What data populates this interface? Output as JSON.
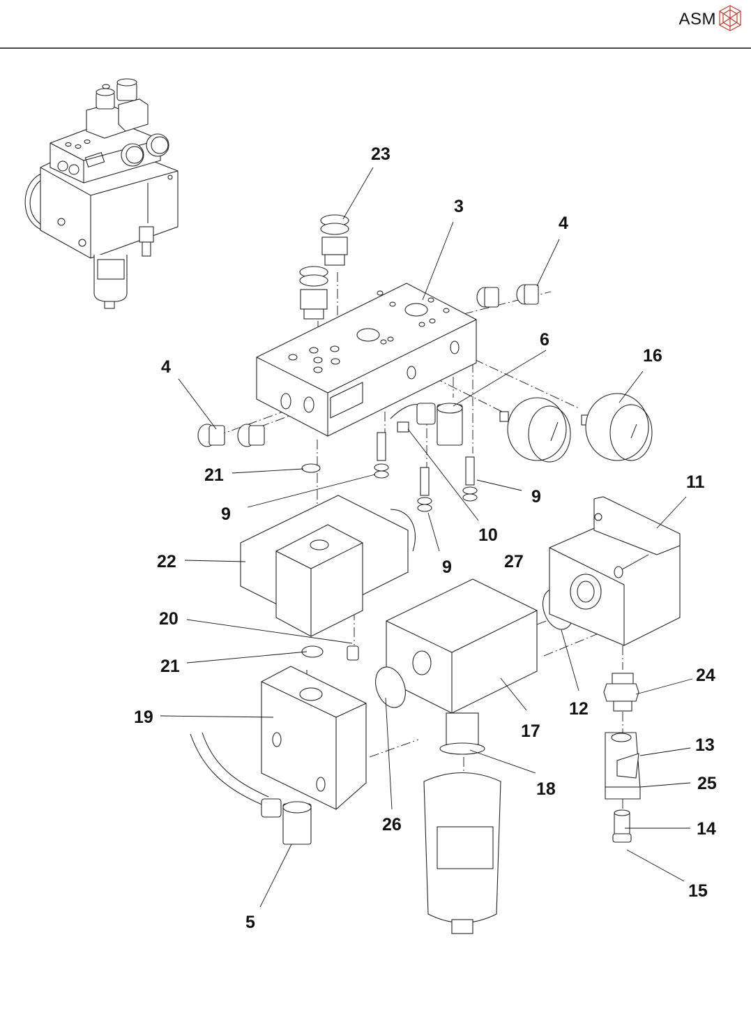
{
  "header": {
    "brand": "ASM",
    "logo_icon": "hexagon-cube-logo-icon",
    "logo_color": "#c0392b",
    "rule_color": "#4a4a4a"
  },
  "diagram": {
    "type": "exploded-view parts diagram",
    "overview_inset": "assembled unit isometric view",
    "callouts": [
      {
        "id": "c23",
        "label": "23",
        "part": "push-in fitting"
      },
      {
        "id": "c3",
        "label": "3",
        "part": "manifold block"
      },
      {
        "id": "c4a",
        "label": "4",
        "part": "plug (right)"
      },
      {
        "id": "c6",
        "label": "6",
        "part": "elbow fitting"
      },
      {
        "id": "c16",
        "label": "16",
        "part": "pressure gauge"
      },
      {
        "id": "c4b",
        "label": "4",
        "part": "plug (left)"
      },
      {
        "id": "c21a",
        "label": "21",
        "part": "o-ring (upper)"
      },
      {
        "id": "c9a",
        "label": "9",
        "part": "screw (left)"
      },
      {
        "id": "c9b",
        "label": "9",
        "part": "screw (right)"
      },
      {
        "id": "c10",
        "label": "10",
        "part": "fitting"
      },
      {
        "id": "c11",
        "label": "11",
        "part": "bracket block"
      },
      {
        "id": "c22",
        "label": "22",
        "part": "solenoid valve"
      },
      {
        "id": "c9c",
        "label": "9",
        "part": "screw (middle)"
      },
      {
        "id": "c27",
        "label": "27",
        "part": "screw"
      },
      {
        "id": "c20",
        "label": "20",
        "part": "silencer"
      },
      {
        "id": "c21b",
        "label": "21",
        "part": "o-ring (lower)"
      },
      {
        "id": "c24",
        "label": "24",
        "part": "nipple"
      },
      {
        "id": "c19",
        "label": "19",
        "part": "base block"
      },
      {
        "id": "c12",
        "label": "12",
        "part": "o-ring"
      },
      {
        "id": "c17",
        "label": "17",
        "part": "regulator body"
      },
      {
        "id": "c13",
        "label": "13",
        "part": "shut-off valve"
      },
      {
        "id": "c25",
        "label": "25",
        "part": "seal ring"
      },
      {
        "id": "c18",
        "label": "18",
        "part": "filter bowl seal"
      },
      {
        "id": "c26",
        "label": "26",
        "part": "o-ring"
      },
      {
        "id": "c14",
        "label": "14",
        "part": "hose connector"
      },
      {
        "id": "c15",
        "label": "15",
        "part": "seal"
      },
      {
        "id": "c5",
        "label": "5",
        "part": "elbow fitting"
      }
    ]
  }
}
